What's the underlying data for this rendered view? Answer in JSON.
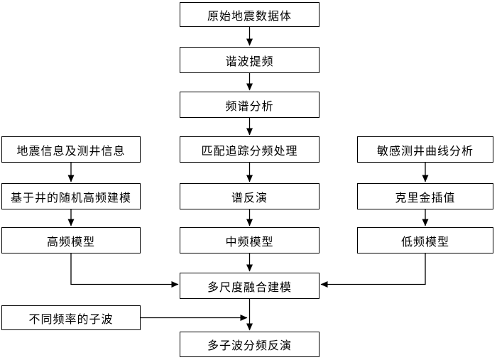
{
  "diagram_type": "flowchart",
  "colors": {
    "line": "#000000",
    "box_border": "#000000",
    "box_fill": "#ffffff",
    "background": "#ffffff",
    "text": "#000000"
  },
  "nodes": [
    {
      "id": "raw-seismic-data",
      "label": "原始地震数据体"
    },
    {
      "id": "harmonic-frequency-boost",
      "label": "谐波提频"
    },
    {
      "id": "spectrum-analysis",
      "label": "频谱分析"
    },
    {
      "id": "seismic-and-well-log-info",
      "label": "地震信息及测井信息"
    },
    {
      "id": "matching-pursuit-freq-division",
      "label": "匹配追踪分频处理"
    },
    {
      "id": "sensitive-log-curve-analysis",
      "label": "敏感测井曲线分析"
    },
    {
      "id": "well-based-stochastic-hf-modeling",
      "label": "基于井的随机高频建模"
    },
    {
      "id": "spectral-inversion",
      "label": "谱反演"
    },
    {
      "id": "kriging-interpolation",
      "label": "克里金插值"
    },
    {
      "id": "high-frequency-model",
      "label": "高频模型"
    },
    {
      "id": "mid-frequency-model",
      "label": "中频模型"
    },
    {
      "id": "low-frequency-model",
      "label": "低频模型"
    },
    {
      "id": "multiscale-fusion-modeling",
      "label": "多尺度融合建模"
    },
    {
      "id": "wavelets-of-different-frequencies",
      "label": "不同频率的子波"
    },
    {
      "id": "multiwavelet-freq-division-inversion",
      "label": "多子波分频反演"
    }
  ],
  "edges": [
    {
      "from": "raw-seismic-data",
      "to": "harmonic-frequency-boost"
    },
    {
      "from": "harmonic-frequency-boost",
      "to": "spectrum-analysis"
    },
    {
      "from": "spectrum-analysis",
      "to": "matching-pursuit-freq-division"
    },
    {
      "from": "matching-pursuit-freq-division",
      "to": "spectral-inversion"
    },
    {
      "from": "spectral-inversion",
      "to": "mid-frequency-model"
    },
    {
      "from": "mid-frequency-model",
      "to": "multiscale-fusion-modeling"
    },
    {
      "from": "seismic-and-well-log-info",
      "to": "well-based-stochastic-hf-modeling"
    },
    {
      "from": "well-based-stochastic-hf-modeling",
      "to": "high-frequency-model"
    },
    {
      "from": "high-frequency-model",
      "to": "multiscale-fusion-modeling"
    },
    {
      "from": "sensitive-log-curve-analysis",
      "to": "kriging-interpolation"
    },
    {
      "from": "kriging-interpolation",
      "to": "low-frequency-model"
    },
    {
      "from": "low-frequency-model",
      "to": "multiscale-fusion-modeling"
    },
    {
      "from": "multiscale-fusion-modeling",
      "to": "multiwavelet-freq-division-inversion"
    },
    {
      "from": "wavelets-of-different-frequencies",
      "to": "multiwavelet-freq-division-inversion"
    }
  ]
}
